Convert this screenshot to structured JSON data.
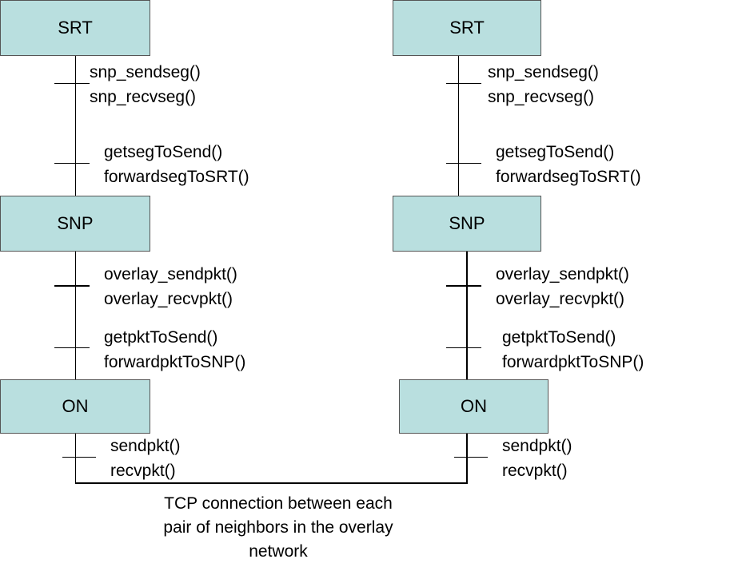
{
  "layers": {
    "srt": "SRT",
    "snp": "SNP",
    "on": "ON"
  },
  "left": {
    "srt_snp_api": [
      "snp_sendseg()",
      "snp_recvseg()"
    ],
    "srt_snp_internal": [
      "getsegToSend()",
      "forwardsegToSRT()"
    ],
    "snp_on_api": [
      "overlay_sendpkt()",
      "overlay_recvpkt()"
    ],
    "snp_on_internal": [
      "getpktToSend()",
      "forwardpktToSNP()"
    ],
    "on_tcp": [
      "sendpkt()",
      "recvpkt()"
    ]
  },
  "right": {
    "srt_snp_api": [
      "snp_sendseg()",
      "snp_recvseg()"
    ],
    "srt_snp_internal": [
      "getsegToSend()",
      "forwardsegToSRT()"
    ],
    "snp_on_api": [
      "overlay_sendpkt()",
      "overlay_recvpkt()"
    ],
    "snp_on_internal": [
      "getpktToSend()",
      "forwardpktToSNP()"
    ],
    "on_tcp": [
      "sendpkt()",
      "recvpkt()"
    ]
  },
  "caption": [
    "TCP connection between each",
    "pair of neighbors in the overlay",
    "network"
  ]
}
